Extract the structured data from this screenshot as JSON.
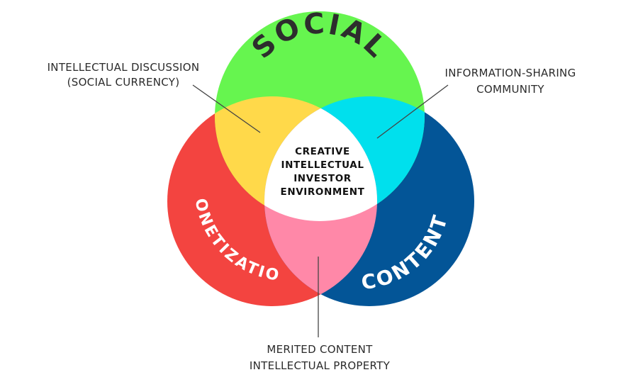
{
  "diagram": {
    "circles": {
      "social": {
        "label": "SOCIAL",
        "color": "#66f54f"
      },
      "monetization": {
        "label": "MONETIZATION",
        "color": "#f34440"
      },
      "content": {
        "label": "CONTENT",
        "color": "#035597"
      }
    },
    "overlaps": {
      "social_monetization": {
        "color": "#ffd94a"
      },
      "social_content": {
        "color": "#00e0ed"
      },
      "monetization_content": {
        "color": "#ff88a8"
      },
      "center": {
        "color": "#ffffff"
      }
    },
    "center_text": [
      "CREATIVE",
      "INTELLECTUAL",
      "INVESTOR",
      "ENVIRONMENT"
    ],
    "callouts": {
      "top_left": [
        "INTELLECTUAL DISCUSSION",
        "(SOCIAL CURRENCY)"
      ],
      "top_right": [
        "INFORMATION-SHARING",
        "COMMUNITY"
      ],
      "bottom": [
        "MERITED CONTENT",
        "INTELLECTUAL PROPERTY"
      ]
    },
    "callout_line_color": "#444444"
  }
}
